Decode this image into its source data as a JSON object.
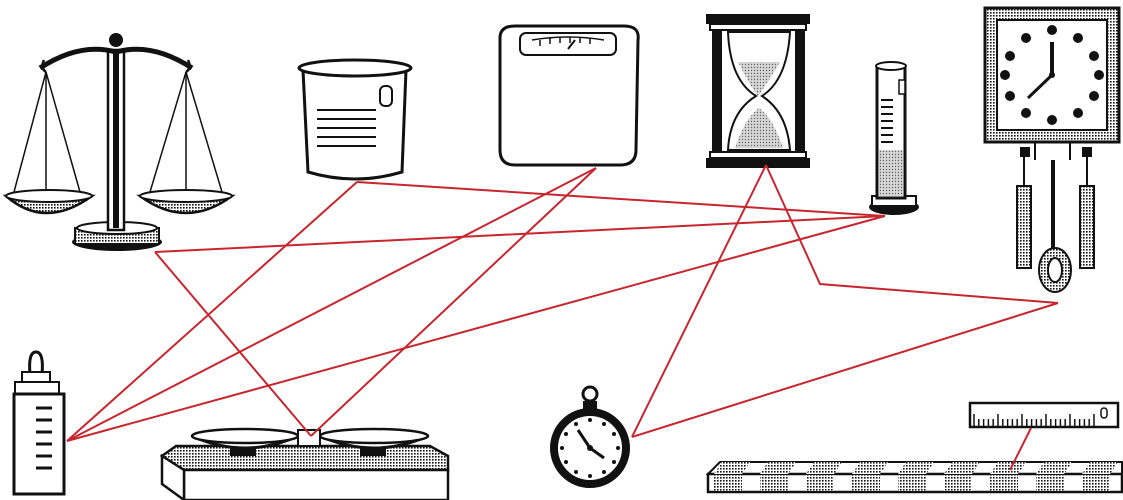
{
  "colors": {
    "background": "#ffffff",
    "ink": "#111111",
    "connector": "#c8262f",
    "hatch": "#8a8a8a",
    "sand": "#bdbdbd"
  },
  "items": [
    {
      "id": "balance-scale",
      "icon": "balance-scale-icon"
    },
    {
      "id": "measuring-beaker",
      "icon": "beaker-icon"
    },
    {
      "id": "bathroom-scale",
      "icon": "bathroom-scale-icon"
    },
    {
      "id": "hourglass",
      "icon": "hourglass-icon"
    },
    {
      "id": "graduated-cylinder",
      "icon": "graduated-cylinder-icon"
    },
    {
      "id": "pendulum-clock",
      "icon": "pendulum-clock-icon"
    },
    {
      "id": "baby-bottle",
      "icon": "baby-bottle-icon"
    },
    {
      "id": "kitchen-scale",
      "icon": "kitchen-scale-icon"
    },
    {
      "id": "pocket-watch",
      "icon": "pocket-watch-icon"
    },
    {
      "id": "ruler",
      "icon": "ruler-icon"
    },
    {
      "id": "measuring-rod",
      "icon": "measuring-rod-icon"
    }
  ],
  "connections": [
    {
      "from": "balance-scale",
      "to": "kitchen-scale"
    },
    {
      "from": "balance-scale",
      "to": "graduated-cylinder"
    },
    {
      "from": "measuring-beaker",
      "to": "baby-bottle"
    },
    {
      "from": "measuring-beaker",
      "to": "graduated-cylinder"
    },
    {
      "from": "bathroom-scale",
      "to": "baby-bottle"
    },
    {
      "from": "bathroom-scale",
      "to": "kitchen-scale"
    },
    {
      "from": "graduated-cylinder",
      "to": "baby-bottle"
    },
    {
      "from": "hourglass",
      "to": "pocket-watch"
    },
    {
      "from": "hourglass",
      "to": "pendulum-clock"
    },
    {
      "from": "pendulum-clock",
      "to": "pocket-watch"
    },
    {
      "from": "ruler",
      "to": "measuring-rod"
    }
  ]
}
